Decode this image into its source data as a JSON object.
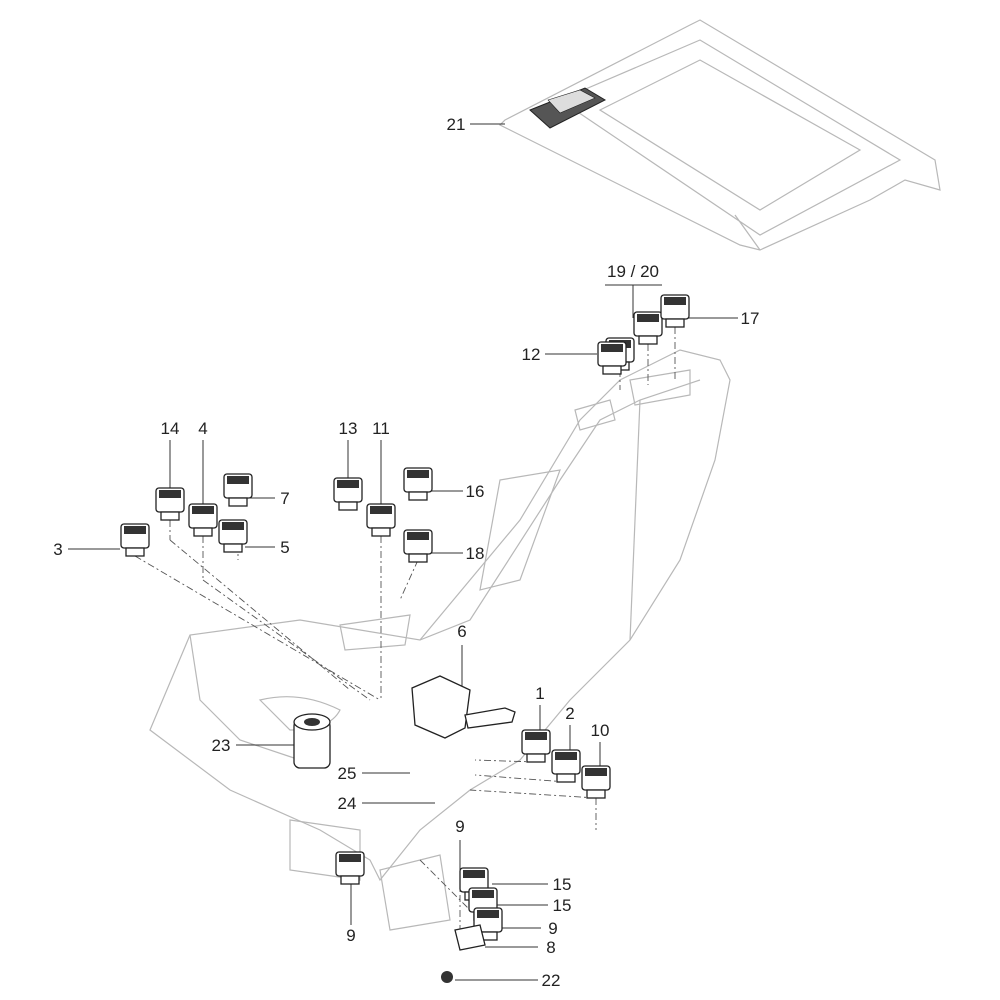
{
  "diagram": {
    "type": "exploded-parts-diagram",
    "line_color": "#222222",
    "outline_color": "#b8b8b8",
    "callouts": [
      {
        "id": "21",
        "text": "21"
      },
      {
        "id": "19-20",
        "text": "19 / 20"
      },
      {
        "id": "17",
        "text": "17"
      },
      {
        "id": "12",
        "text": "12"
      },
      {
        "id": "14",
        "text": "14"
      },
      {
        "id": "4",
        "text": "4"
      },
      {
        "id": "13",
        "text": "13"
      },
      {
        "id": "11",
        "text": "11"
      },
      {
        "id": "7",
        "text": "7"
      },
      {
        "id": "16",
        "text": "16"
      },
      {
        "id": "3",
        "text": "3"
      },
      {
        "id": "5",
        "text": "5"
      },
      {
        "id": "18",
        "text": "18"
      },
      {
        "id": "6",
        "text": "6"
      },
      {
        "id": "1",
        "text": "1"
      },
      {
        "id": "2",
        "text": "2"
      },
      {
        "id": "10",
        "text": "10"
      },
      {
        "id": "23",
        "text": "23"
      },
      {
        "id": "25",
        "text": "25"
      },
      {
        "id": "24",
        "text": "24"
      },
      {
        "id": "9a",
        "text": "9"
      },
      {
        "id": "15a",
        "text": "15"
      },
      {
        "id": "15b",
        "text": "15"
      },
      {
        "id": "9b",
        "text": "9"
      },
      {
        "id": "9c",
        "text": "9"
      },
      {
        "id": "8",
        "text": "8"
      },
      {
        "id": "22",
        "text": "22"
      }
    ]
  }
}
